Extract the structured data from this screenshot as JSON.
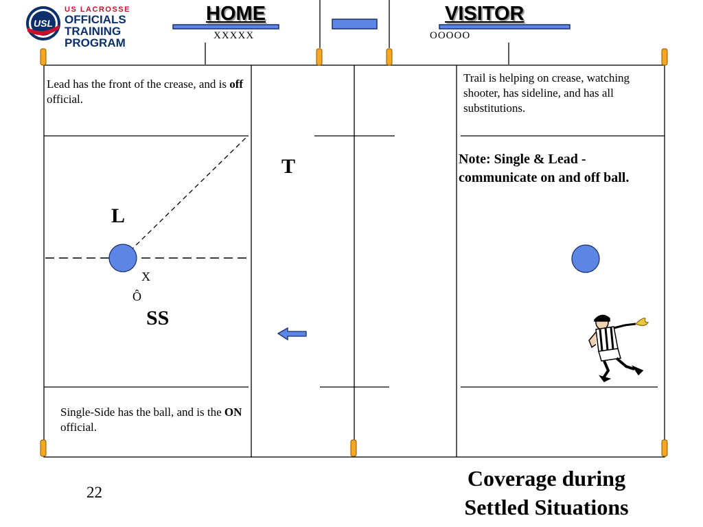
{
  "logo": {
    "monogram": "USL",
    "tagline": "US LACROSSE",
    "line1": "OFFICIALS",
    "line2": "TRAINING",
    "line3": "PROGRAM"
  },
  "teams": {
    "home": "HOME",
    "home_sub": "XXXXX",
    "visitor": "VISITOR",
    "visitor_sub": "OOOOO"
  },
  "notes": {
    "lead_prefix": "Lead has the front of the crease, and is ",
    "lead_bold": "off",
    "lead_suffix": " official.",
    "trail": "Trail is helping on crease, watching shooter, has sideline, and has all substitutions.",
    "single_lead": "Note: Single & Lead - communicate on and off ball.",
    "single_prefix": "Single-Side has the ball, and is the ",
    "single_bold": "ON",
    "single_suffix": " official."
  },
  "markers": {
    "trail": "T",
    "lead": "L",
    "single_side": "SS",
    "x": "X",
    "o": "Ô"
  },
  "footer": {
    "title_line1": "Coverage during",
    "title_line2": "Settled Situations",
    "page_number": "22"
  },
  "colors": {
    "official_fill": "#5b86e5",
    "bench_fill": "#5b86e5",
    "cone_fill": "#f5a623",
    "logo_navy": "#0a2f6b",
    "logo_red": "#c8102e"
  },
  "icons": [
    "flag-cone-icon",
    "referee-icon",
    "arrow-left-icon",
    "usl-shield-icon"
  ]
}
